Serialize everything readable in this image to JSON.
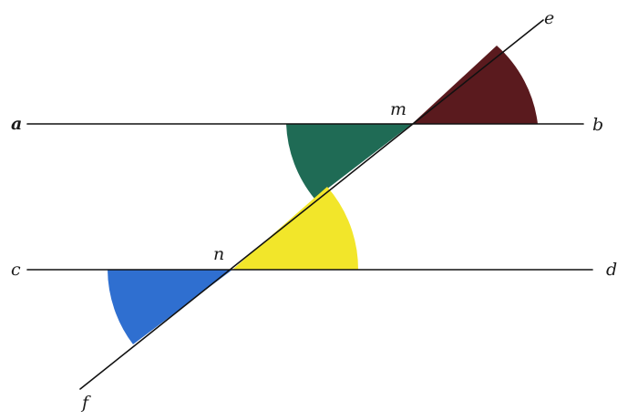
{
  "diagram": {
    "labels": {
      "a": "a",
      "b": "b",
      "c": "c",
      "d": "d",
      "e": "e",
      "f": "f",
      "m": "m",
      "n": "n"
    },
    "angles": {
      "upper_right": {
        "color": "#5a1a1e"
      },
      "upper_left": {
        "color": "#1f6b55"
      },
      "lower_right": {
        "color": "#f2e62a"
      },
      "lower_left": {
        "color": "#2f6fd0"
      }
    },
    "line_color": "#111111"
  }
}
